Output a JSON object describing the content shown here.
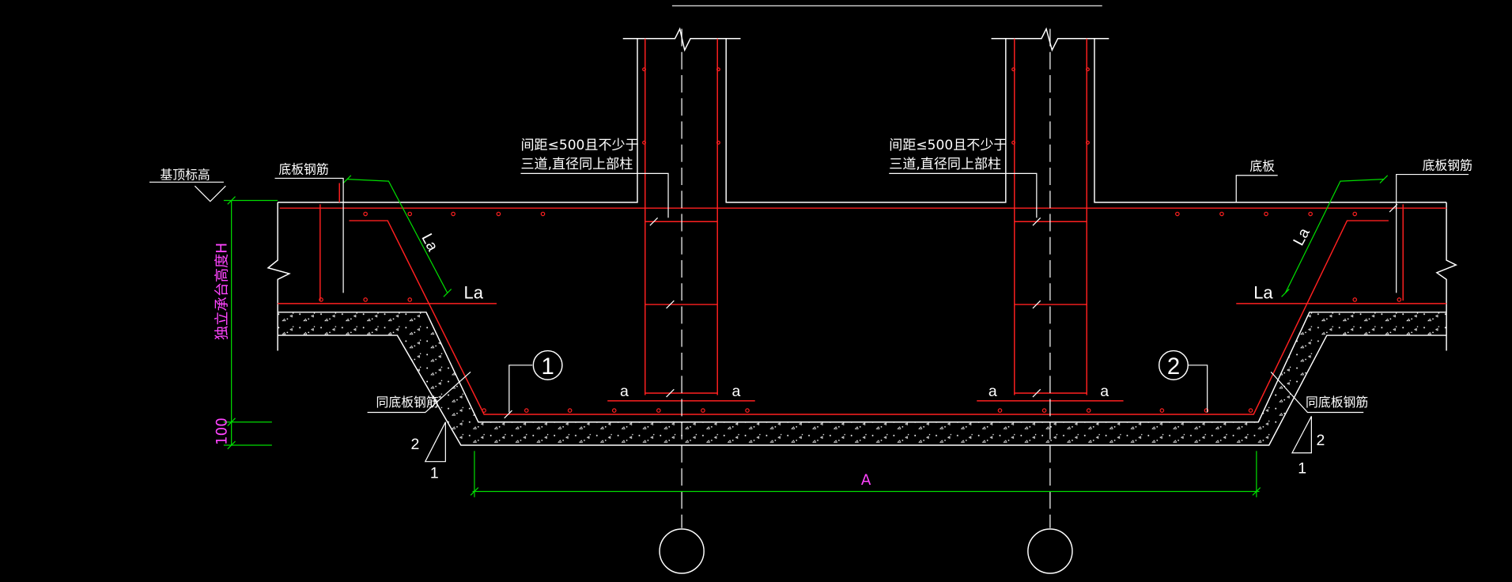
{
  "colors": {
    "background": "#000000",
    "structure": "#ffffff",
    "rebar": "#ff2020",
    "dimension": "#00dd00",
    "annotation": "#ff44ff",
    "axis": "#ffffff"
  },
  "labels": {
    "top_elevation": "基顶标高",
    "slab_rebar_left": "底板钢筋",
    "slab_rebar_right": "底板钢筋",
    "slab_label": "底板",
    "spacing_left_l1": "间距≤500且不少于",
    "spacing_left_l2": "三道,直径同上部柱",
    "spacing_right_l1": "间距≤500且不少于",
    "spacing_right_l2": "三道,直径同上部柱",
    "same_rebar_left": "同底板钢筋",
    "same_rebar_right": "同底板钢筋",
    "la_left_diag": "La",
    "la_left": "La",
    "la_right_diag": "La",
    "la_right": "La",
    "a_left1": "a",
    "a_left2": "a",
    "a_right1": "a",
    "a_right2": "a",
    "callout_1": "1",
    "callout_2": "2",
    "dim_a": "A",
    "dim_100": "100",
    "dim_height": "独立承台高度H",
    "slope_left_top": "2",
    "slope_left_bottom": "1",
    "slope_right_top": "2",
    "slope_right_bottom": "1"
  }
}
